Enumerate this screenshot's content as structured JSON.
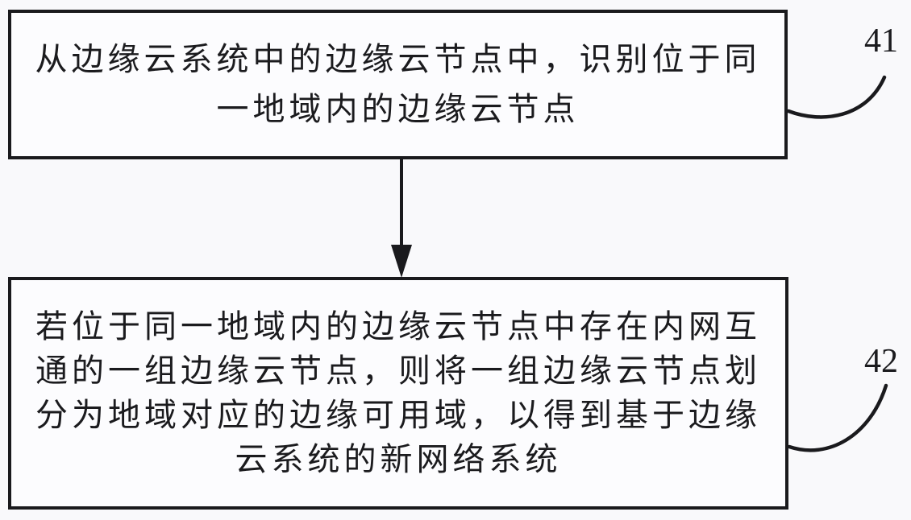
{
  "figure": {
    "type": "flowchart",
    "background_color": "#f9f9fb",
    "stroke_color": "#1a1a1d"
  },
  "steps": [
    {
      "ref_label": "41",
      "lines": [
        "从边缘云系统中的边缘云节点中，识别位于同",
        "一地域内的边缘云节点"
      ],
      "text": "从边缘云系统中的边缘云节点中，识别位于同一地域内的边缘云节点"
    },
    {
      "ref_label": "42",
      "lines": [
        "若位于同一地域内的边缘云节点中存在内网互",
        "通的一组边缘云节点，则将一组边缘云节点划",
        "分为地域对应的边缘可用域，以得到基于边缘",
        "云系统的新网络系统"
      ],
      "text": "若位于同一地域内的边缘云节点中存在内网互通的一组边缘云节点，则将一组边缘云节点划分为地域对应的边缘可用域，以得到基于边缘云系统的新网络系统"
    }
  ]
}
